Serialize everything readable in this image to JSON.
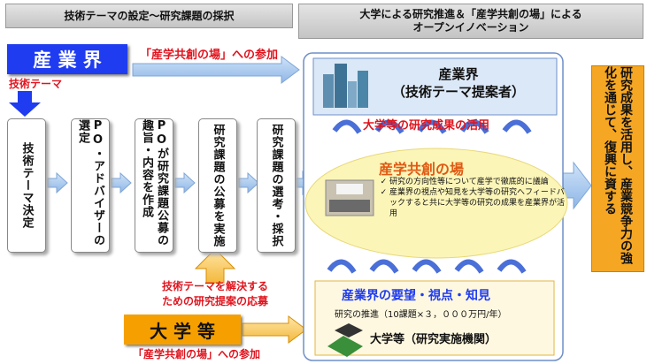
{
  "headers": {
    "left": "技術テーマの設定～研究課題の採択",
    "right_line1": "大学による研究推進＆「産学共創の場」による",
    "right_line2": "オープンイノベーション"
  },
  "industry": {
    "label": "産 業 界",
    "participation": "「産学共創の場」への参加",
    "tech_theme": "技術テーマ"
  },
  "steps": [
    "技術テーマ決定",
    "PO・アドバイザーの選定",
    "POが研究課題公募の趣旨・内容を作成",
    "研究課題の公募を実施",
    "研究課題の選考・採択"
  ],
  "proposal_line1": "技術テーマを解決する",
  "proposal_line2": "ための研究提案の応募",
  "university": {
    "label": "大 学 等",
    "participation": "「産学共創の場」への参加"
  },
  "main": {
    "industry_box_line1": "産業界",
    "industry_box_line2": "（技術テーマ提案者）",
    "utilization": "大学等の研究成果の活用",
    "place_title": "産学共創の場",
    "bullets": [
      "研究の方向性等について産学で徹底的に議論",
      "産業界の視点や知見を大学等の研究へフィードバックすると共に大学等の研究の成果を産業界が活用"
    ],
    "demands": "産業界の要望・視点・知見",
    "promotion": "研究の推進（10課題×３，０００万円/年）",
    "univ_box": "大学等（研究実施機関）"
  },
  "outcome": "研究成果を活用し、産業競争力の強化を通じて、復興に資する",
  "colors": {
    "industry_blue": "#1f3cf0",
    "university_orange": "#f5a000",
    "accent_red": "#e0141e",
    "place_yellow": "#fbf5b8",
    "arrow_blue": "#5b8fd0"
  }
}
